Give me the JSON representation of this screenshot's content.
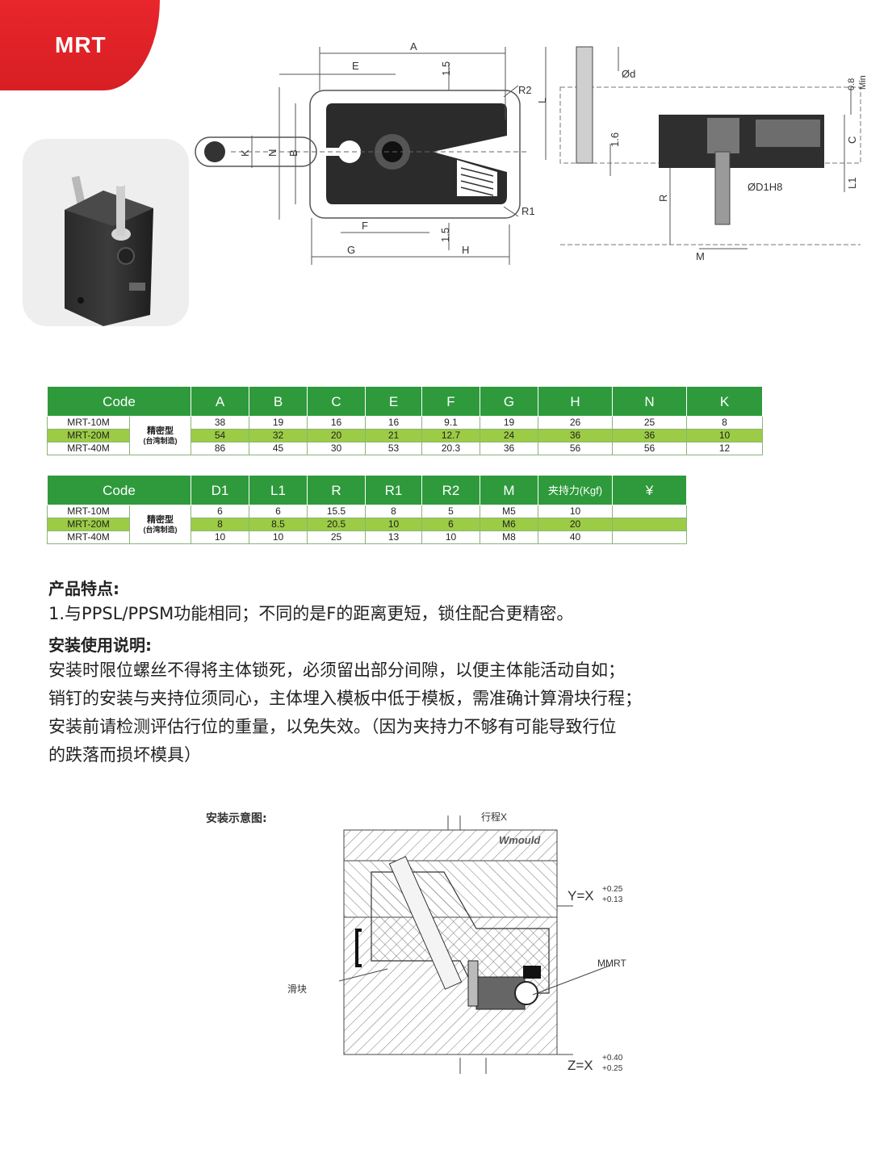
{
  "header": {
    "tag": "MRT"
  },
  "drawing": {
    "dims": [
      "A",
      "E",
      "1.5",
      "R2",
      "L",
      "Ød",
      "0.8",
      "Min",
      "K",
      "N",
      "B",
      "1.6",
      "C",
      "ØD1H8",
      "L1",
      "R",
      "R1",
      "F",
      "1.5",
      "G",
      "H",
      "M"
    ]
  },
  "table1": {
    "headers": [
      "Code",
      "A",
      "B",
      "C",
      "E",
      "F",
      "G",
      "H",
      "N",
      "K"
    ],
    "precision_label": "精密型",
    "precision_sub": "(台湾制造)",
    "rows": [
      [
        "MRT-10M",
        "38",
        "19",
        "16",
        "16",
        "9.1",
        "19",
        "26",
        "25",
        "8"
      ],
      [
        "MRT-20M",
        "54",
        "32",
        "20",
        "21",
        "12.7",
        "24",
        "36",
        "36",
        "10"
      ],
      [
        "MRT-40M",
        "86",
        "45",
        "30",
        "53",
        "20.3",
        "36",
        "56",
        "56",
        "12"
      ]
    ]
  },
  "table2": {
    "headers": [
      "Code",
      "D1",
      "L1",
      "R",
      "R1",
      "R2",
      "M",
      "夹持力(Kgf)",
      "¥"
    ],
    "precision_label": "精密型",
    "precision_sub": "(台湾制造)",
    "rows": [
      [
        "MRT-10M",
        "6",
        "6",
        "15.5",
        "8",
        "5",
        "M5",
        "10",
        ""
      ],
      [
        "MRT-20M",
        "8",
        "8.5",
        "20.5",
        "10",
        "6",
        "M6",
        "20",
        ""
      ],
      [
        "MRT-40M",
        "10",
        "10",
        "25",
        "13",
        "10",
        "M8",
        "40",
        ""
      ]
    ]
  },
  "text": {
    "features_title": "产品特点:",
    "feature_1": "1.与PPSL/PPSM功能相同；不同的是F的距离更短，锁住配合更精密。",
    "install_title": "安装使用说明:",
    "line_1": "安装时限位螺丝不得将主体锁死，必须留出部分间隙，以便主体能活动自如；",
    "line_2": "销钉的安装与夹持位须同心，主体埋入模板中低于模板，需准确计算滑块行程；",
    "line_3": "安装前请检测评估行位的重量，以免失效。（因为夹持力不够有可能导致行位",
    "line_4": "的跌落而损坏模具）"
  },
  "install_diagram": {
    "title": "安装示意图:",
    "stroke_label": "行程X",
    "brand": "Wmould",
    "y_label": "Y=X",
    "y_tol_upper": "+0.25",
    "y_tol_lower": "+0.13",
    "part_label": "MMRT",
    "slider_label": "滑块",
    "z_label": "Z=X",
    "z_tol_upper": "+0.40",
    "z_tol_lower": "+0.25"
  }
}
